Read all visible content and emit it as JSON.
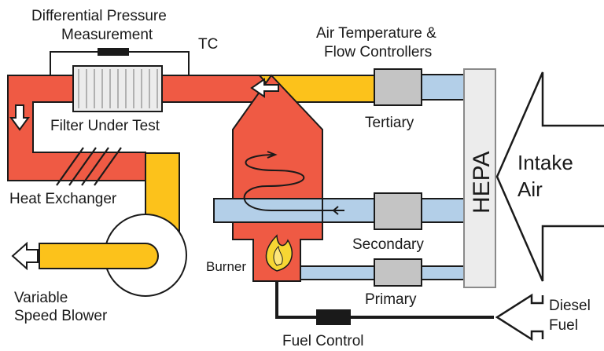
{
  "labels": {
    "diff_pressure_line1": "Differential Pressure",
    "diff_pressure_line2": "Measurement",
    "tc": "TC",
    "air_temp_line1": "Air Temperature &",
    "air_temp_line2": "Flow Controllers",
    "filter_under_test": "Filter Under Test",
    "tertiary": "Tertiary",
    "heat_exchanger": "Heat Exchanger",
    "secondary": "Secondary",
    "primary": "Primary",
    "burner": "Burner",
    "blower_line1": "Variable",
    "blower_line2": "Speed Blower",
    "fuel_control": "Fuel Control",
    "diesel_line1": "Diesel",
    "diesel_line2": "Fuel",
    "hepa": "HEPA",
    "intake_line1": "Intake",
    "intake_line2": "Air"
  },
  "colors": {
    "hot_red": "#ef5a44",
    "warm_yellow": "#fcc21b",
    "cool_blue": "#b3cfe8",
    "controller_gray": "#c4c4c4",
    "hepa_panel": "#ececec",
    "outline": "#1a1a1a",
    "flame": "#f7d633"
  }
}
